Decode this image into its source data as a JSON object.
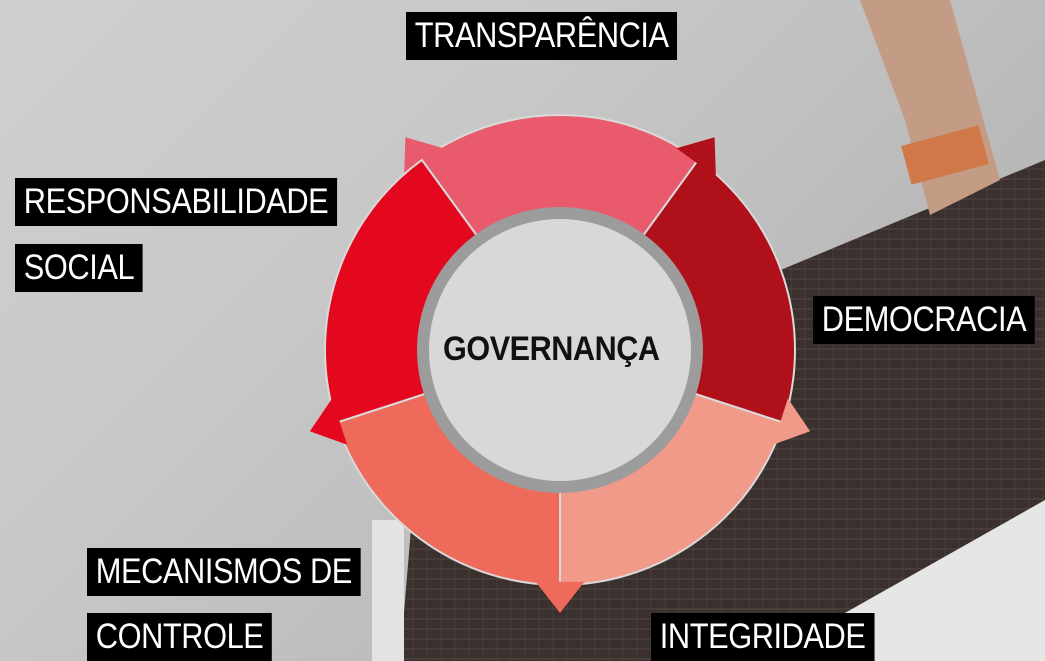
{
  "center": {
    "title": "GOVERNANÇA"
  },
  "labels": {
    "transparencia": "TRANSPARÊNCIA",
    "responsabilidade_line1": "RESPONSABILIDADE",
    "responsabilidade_line2": "SOCIAL",
    "democracia": "DEMOCRACIA",
    "mecanismos_line1": "MECANISMOS DE",
    "mecanismos_line2": "CONTROLE",
    "integridade": "INTEGRIDADE"
  },
  "colors": {
    "transparencia": "#e85a6c",
    "democracia": "#b0101a",
    "integridade": "#f29a8a",
    "mecanismos": "#ee6a5a",
    "responsabilidade": "#e4081f",
    "center_fill": "#d8d8d8",
    "ring_gray": "#9c9c9c",
    "label_bg": "#000000",
    "label_text": "#ffffff"
  }
}
